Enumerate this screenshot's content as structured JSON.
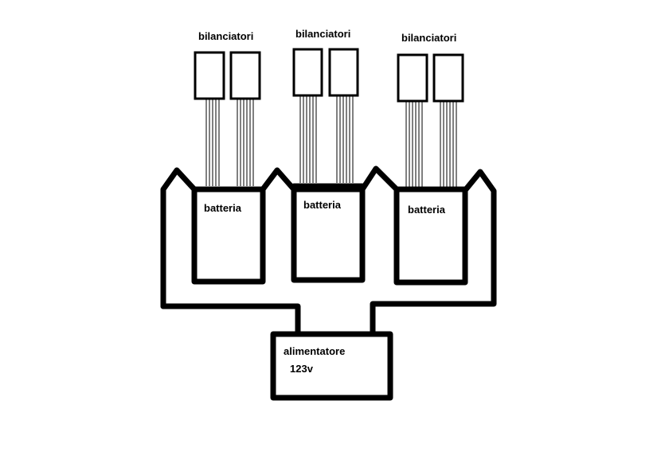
{
  "balancer_groups": [
    {
      "label": "bilanciatori"
    },
    {
      "label": "bilanciatori"
    },
    {
      "label": "bilanciatori"
    }
  ],
  "batteries": [
    {
      "label": "batteria"
    },
    {
      "label": "batteria"
    },
    {
      "label": "batteria"
    }
  ],
  "power_supply": {
    "label": "alimentatore",
    "voltage": "123v"
  }
}
